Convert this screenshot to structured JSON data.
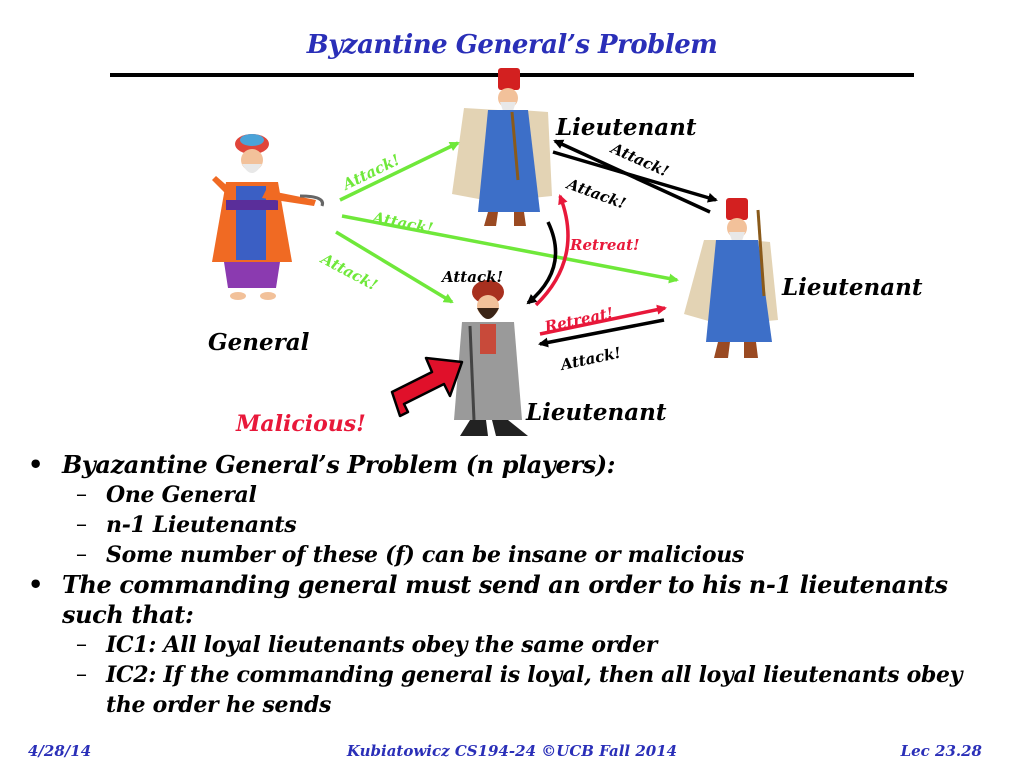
{
  "slide": {
    "title": "Byzantine General’s Problem"
  },
  "diagram": {
    "labels": {
      "general": "General",
      "malicious": "Malicious!",
      "lieutenant_top": "Lieutenant",
      "lieutenant_right": "Lieutenant",
      "lieutenant_bottom": "Lieutenant"
    },
    "messages": {
      "g_to_top": "Attack!",
      "g_to_right": "Attack!",
      "g_to_bottom": "Attack!",
      "right_to_top": "Attack!",
      "top_to_right": "Attack!",
      "top_to_bottom": "Attack!",
      "bottom_to_top": "Retreat!",
      "bottom_to_right": "Retreat!",
      "right_to_bottom": "Attack!"
    },
    "colors": {
      "loyal_arrow": "#6fe83a",
      "traitor_arrow": "#e8183a",
      "peer_arrow": "#000000",
      "pointer_arrow": "#e0102a",
      "title": "#2a2fb8"
    },
    "icons": [
      "general-figure-icon",
      "lieutenant-figure-icon",
      "pointer-arrow-icon"
    ]
  },
  "bullets": [
    {
      "text": "Byazantine General’s Problem (n players):",
      "sub": [
        "One General",
        "n-1 Lieutenants",
        "Some number of these (f) can be insane or malicious"
      ]
    },
    {
      "text": "The commanding general must send an order to his n-1 lieutenants such that:",
      "sub": [
        "IC1: All loyal lieutenants obey the same order",
        "IC2: If the commanding general is loyal, then all loyal lieutenants obey the order he sends"
      ]
    }
  ],
  "footer": {
    "date": "4/28/14",
    "center": "Kubiatowicz CS194-24 ©UCB Fall 2014",
    "lecture": "Lec 23.28"
  }
}
